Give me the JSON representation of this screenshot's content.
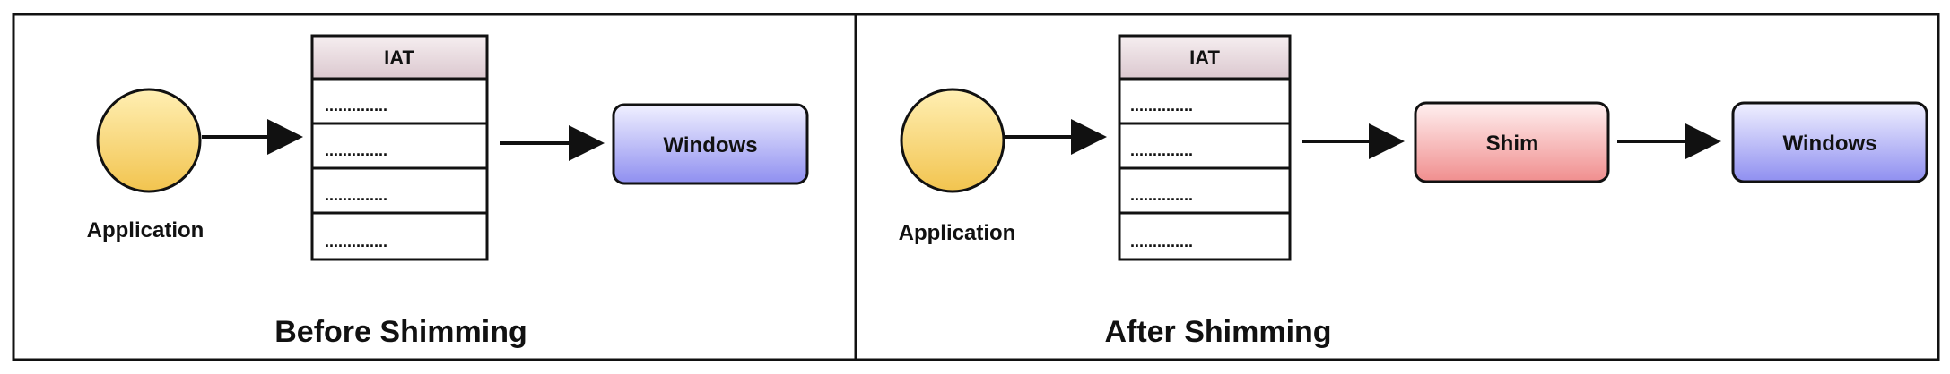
{
  "colors": {
    "border": "#111111",
    "circle_fill_top": "#ffefb3",
    "circle_fill_bottom": "#f2c44f",
    "iat_header_top": "#f6eef0",
    "iat_header_bottom": "#dbc8cf",
    "windows_top": "#f0f0ff",
    "windows_bottom": "#8f8ff0",
    "shim_top": "#fff0f0",
    "shim_bottom": "#f08e8e"
  },
  "panels": [
    {
      "caption": "Before Shimming",
      "application_label": "Application",
      "iat_header": "IAT",
      "iat_entries": [
        "..............",
        "..............",
        "..............",
        ".............."
      ],
      "boxes": [
        {
          "label": "Windows",
          "kind": "windows"
        }
      ]
    },
    {
      "caption": "After Shimming",
      "application_label": "Application",
      "iat_header": "IAT",
      "iat_entries": [
        "..............",
        "..............",
        "..............",
        ".............."
      ],
      "boxes": [
        {
          "label": "Shim",
          "kind": "shim"
        },
        {
          "label": "Windows",
          "kind": "windows"
        }
      ]
    }
  ]
}
